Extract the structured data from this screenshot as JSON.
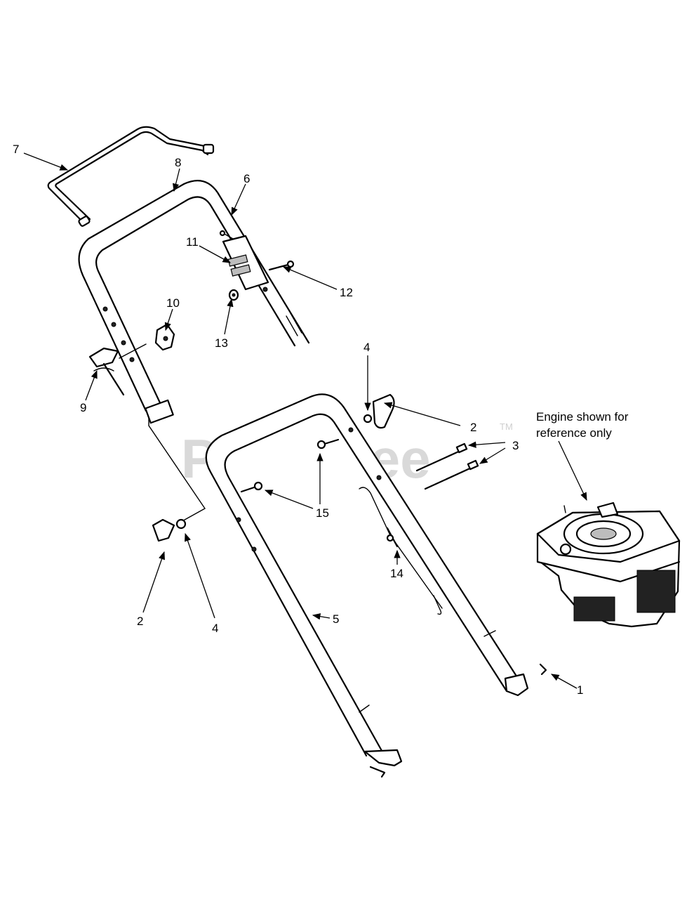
{
  "watermark": {
    "text": "PartsTree",
    "trademark": "TM"
  },
  "note": {
    "line1": "Engine shown for",
    "line2": "reference only"
  },
  "callouts": {
    "c1": "1",
    "c2a": "2",
    "c2b": "2",
    "c3": "3",
    "c4a": "4",
    "c4b": "4",
    "c5": "5",
    "c6": "6",
    "c7": "7",
    "c8": "8",
    "c9": "9",
    "c10": "10",
    "c11": "11",
    "c12": "12",
    "c13": "13",
    "c14": "14",
    "c15": "15"
  },
  "colors": {
    "line": "#000000",
    "background": "#ffffff",
    "watermark": "#d9d9d9"
  }
}
